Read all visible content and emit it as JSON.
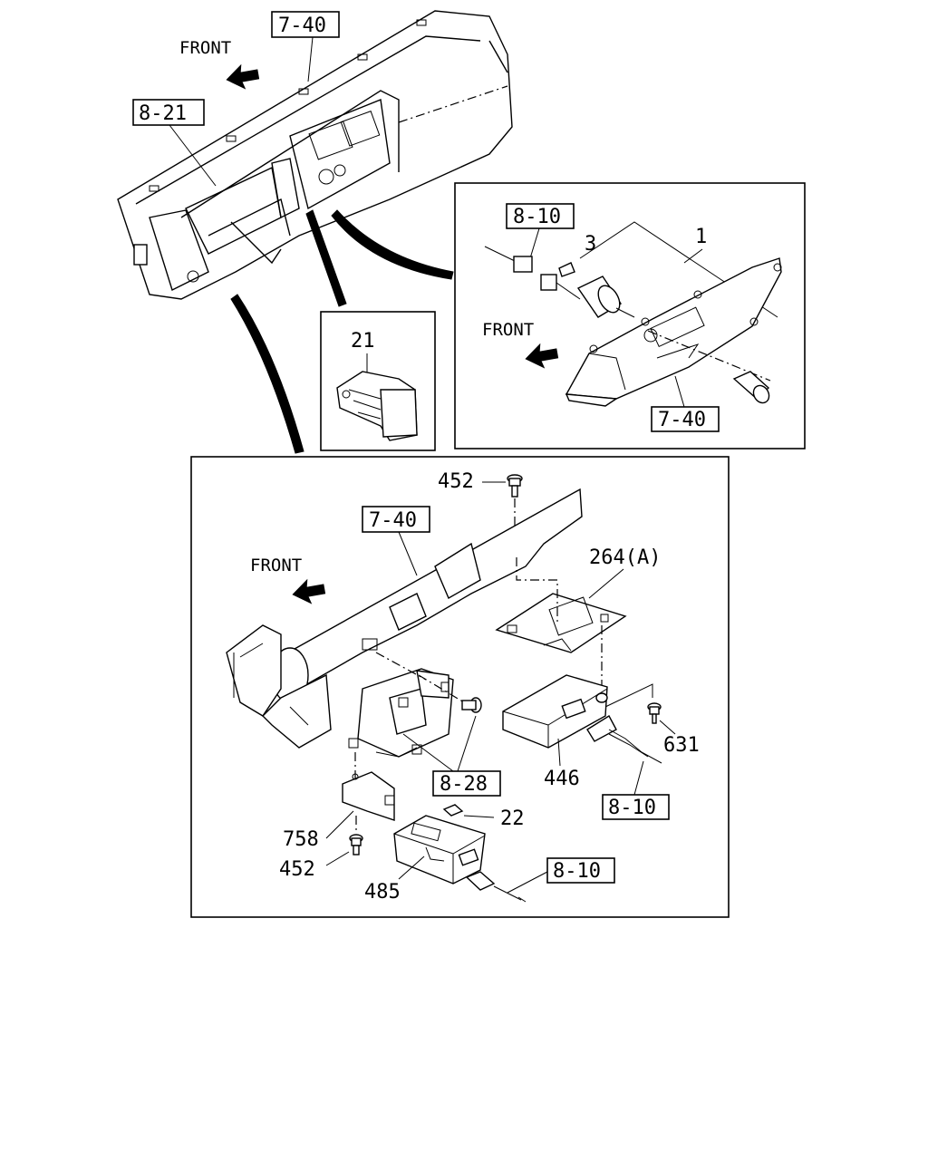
{
  "diagram": {
    "front_labels": [
      "FRONT",
      "FRONT",
      "FRONT"
    ],
    "refs": {
      "top_dash": "7-40",
      "top_cluster": "8-21",
      "inset_connector": "8-10",
      "inset_panel": "7-40",
      "lower_beam": "7-40",
      "lower_bracket": "8-28",
      "lower_harness_a": "8-10",
      "lower_harness_b": "8-10"
    },
    "parts": {
      "p1": "1",
      "p3": "3",
      "p21": "21",
      "p452_top": "452",
      "p264a": "264(A)",
      "p631": "631",
      "p446": "446",
      "p22": "22",
      "p758": "758",
      "p452_bottom": "452",
      "p485": "485"
    }
  }
}
